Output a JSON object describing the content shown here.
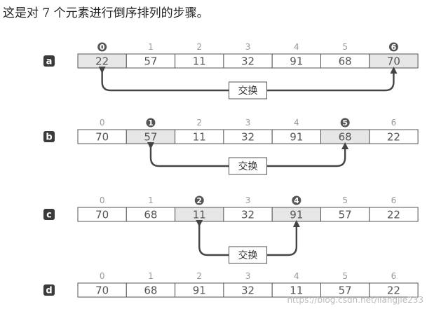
{
  "caption": "这是对 7 个元素进行倒序排列的步骤。",
  "indices": [
    "0",
    "1",
    "2",
    "3",
    "4",
    "5",
    "6"
  ],
  "swap_label": "交换",
  "watermark": "https://blog.csdn.net/liangjie233",
  "colors": {
    "highlight": "#e6e6e6",
    "cell_border": "#555555",
    "arrow": "#444444",
    "label_bg": "#3a3a3a",
    "badge_bg": "#555555"
  },
  "steps": [
    {
      "label": "a",
      "values": [
        "22",
        "57",
        "11",
        "32",
        "91",
        "68",
        "70"
      ],
      "swap": [
        0,
        6
      ]
    },
    {
      "label": "b",
      "values": [
        "70",
        "57",
        "11",
        "32",
        "91",
        "68",
        "22"
      ],
      "swap": [
        1,
        5
      ]
    },
    {
      "label": "c",
      "values": [
        "70",
        "68",
        "11",
        "32",
        "91",
        "57",
        "22"
      ],
      "swap": [
        2,
        4
      ]
    },
    {
      "label": "d",
      "values": [
        "70",
        "68",
        "91",
        "32",
        "11",
        "57",
        "22"
      ],
      "swap": []
    }
  ]
}
